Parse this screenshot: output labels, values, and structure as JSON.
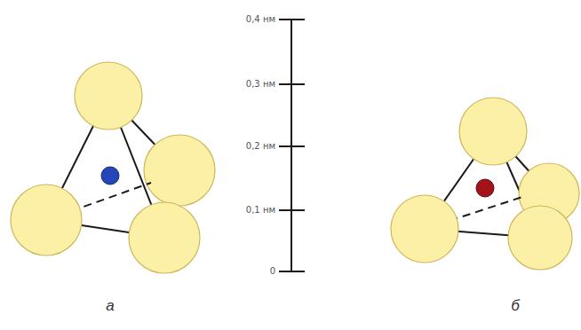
{
  "diagram": {
    "labels": [
      "0,4 нм",
      "0,3 нм",
      "0,2 нм",
      "0,1 нм",
      "0",
      "а",
      "б"
    ]
  }
}
